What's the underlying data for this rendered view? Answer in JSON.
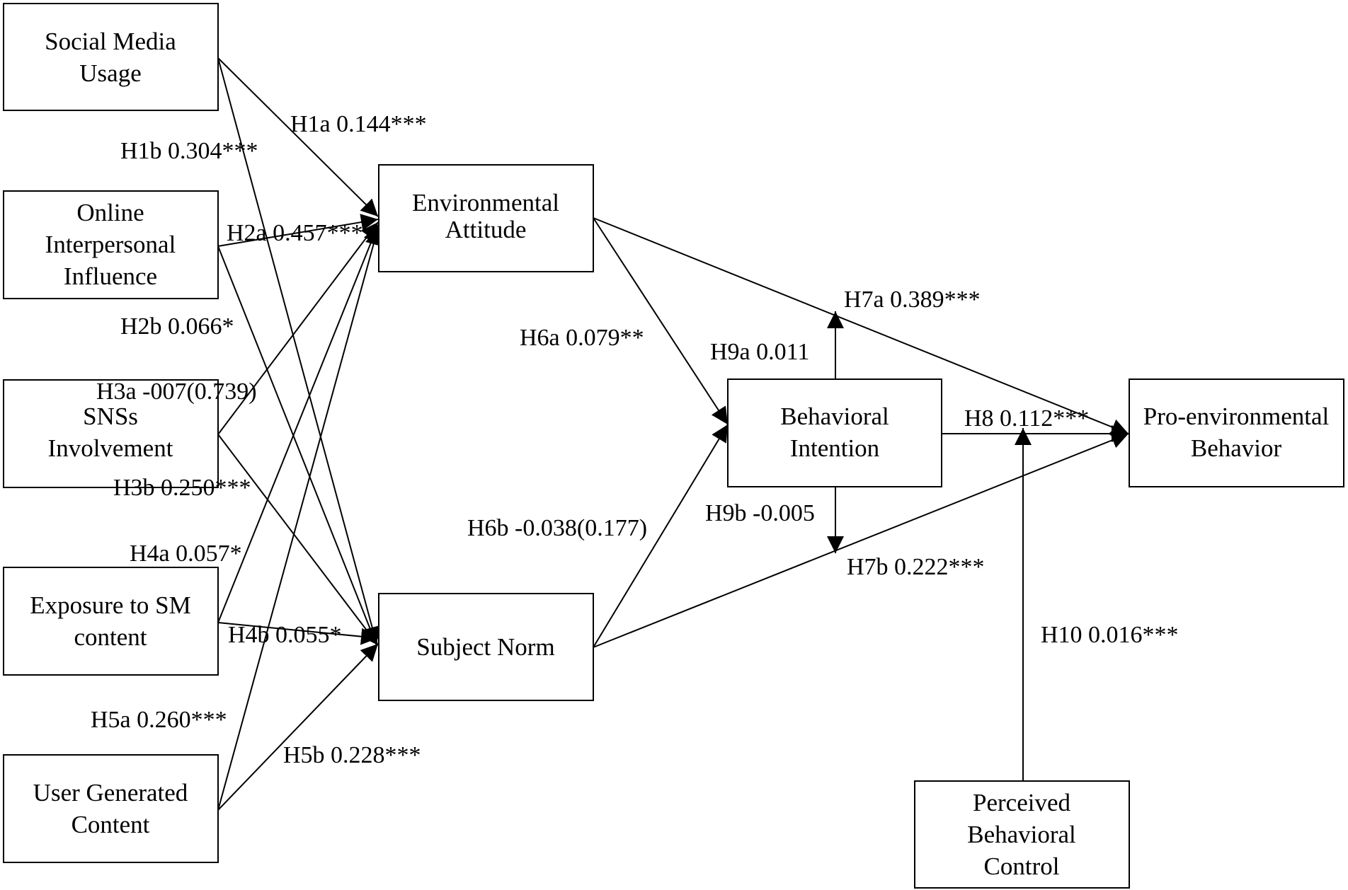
{
  "nodes": {
    "social_media_usage": [
      "Social Media",
      "Usage"
    ],
    "online_interpersonal_influence": [
      "Online",
      "Interpersonal",
      "Influence"
    ],
    "snss_involvement": [
      "SNSs",
      "Involvement"
    ],
    "exposure_to_sm_content": [
      "Exposure to SM",
      "content"
    ],
    "user_generated_content": [
      "User Generated",
      "Content"
    ],
    "environmental_attitude": [
      "Environmental",
      "Attitude"
    ],
    "subject_norm": [
      "Subject Norm"
    ],
    "behavioral_intention": [
      "Behavioral",
      "Intention"
    ],
    "pro_environmental_behavior": [
      "Pro-environmental",
      "Behavior"
    ],
    "perceived_behavioral_control": [
      "Perceived",
      "Behavioral",
      "Control"
    ]
  },
  "paths": {
    "h1a": "H1a 0.144***",
    "h1b": "H1b 0.304***",
    "h2a": "H2a 0.457***",
    "h2b": "H2b 0.066*",
    "h3a": "H3a -007(0.739)",
    "h3b": "H3b 0.250***",
    "h4a": "H4a 0.057*",
    "h4b": "H4b 0.055*",
    "h5a": "H5a 0.260***",
    "h5b": "H5b 0.228***",
    "h6a": "H6a 0.079**",
    "h6b": "H6b -0.038(0.177)",
    "h7a": "H7a 0.389***",
    "h7b": "H7b 0.222***",
    "h8": "H8 0.112***",
    "h9a": "H9a 0.011",
    "h9b": "H9b -0.005",
    "h10": "H10 0.016***"
  }
}
